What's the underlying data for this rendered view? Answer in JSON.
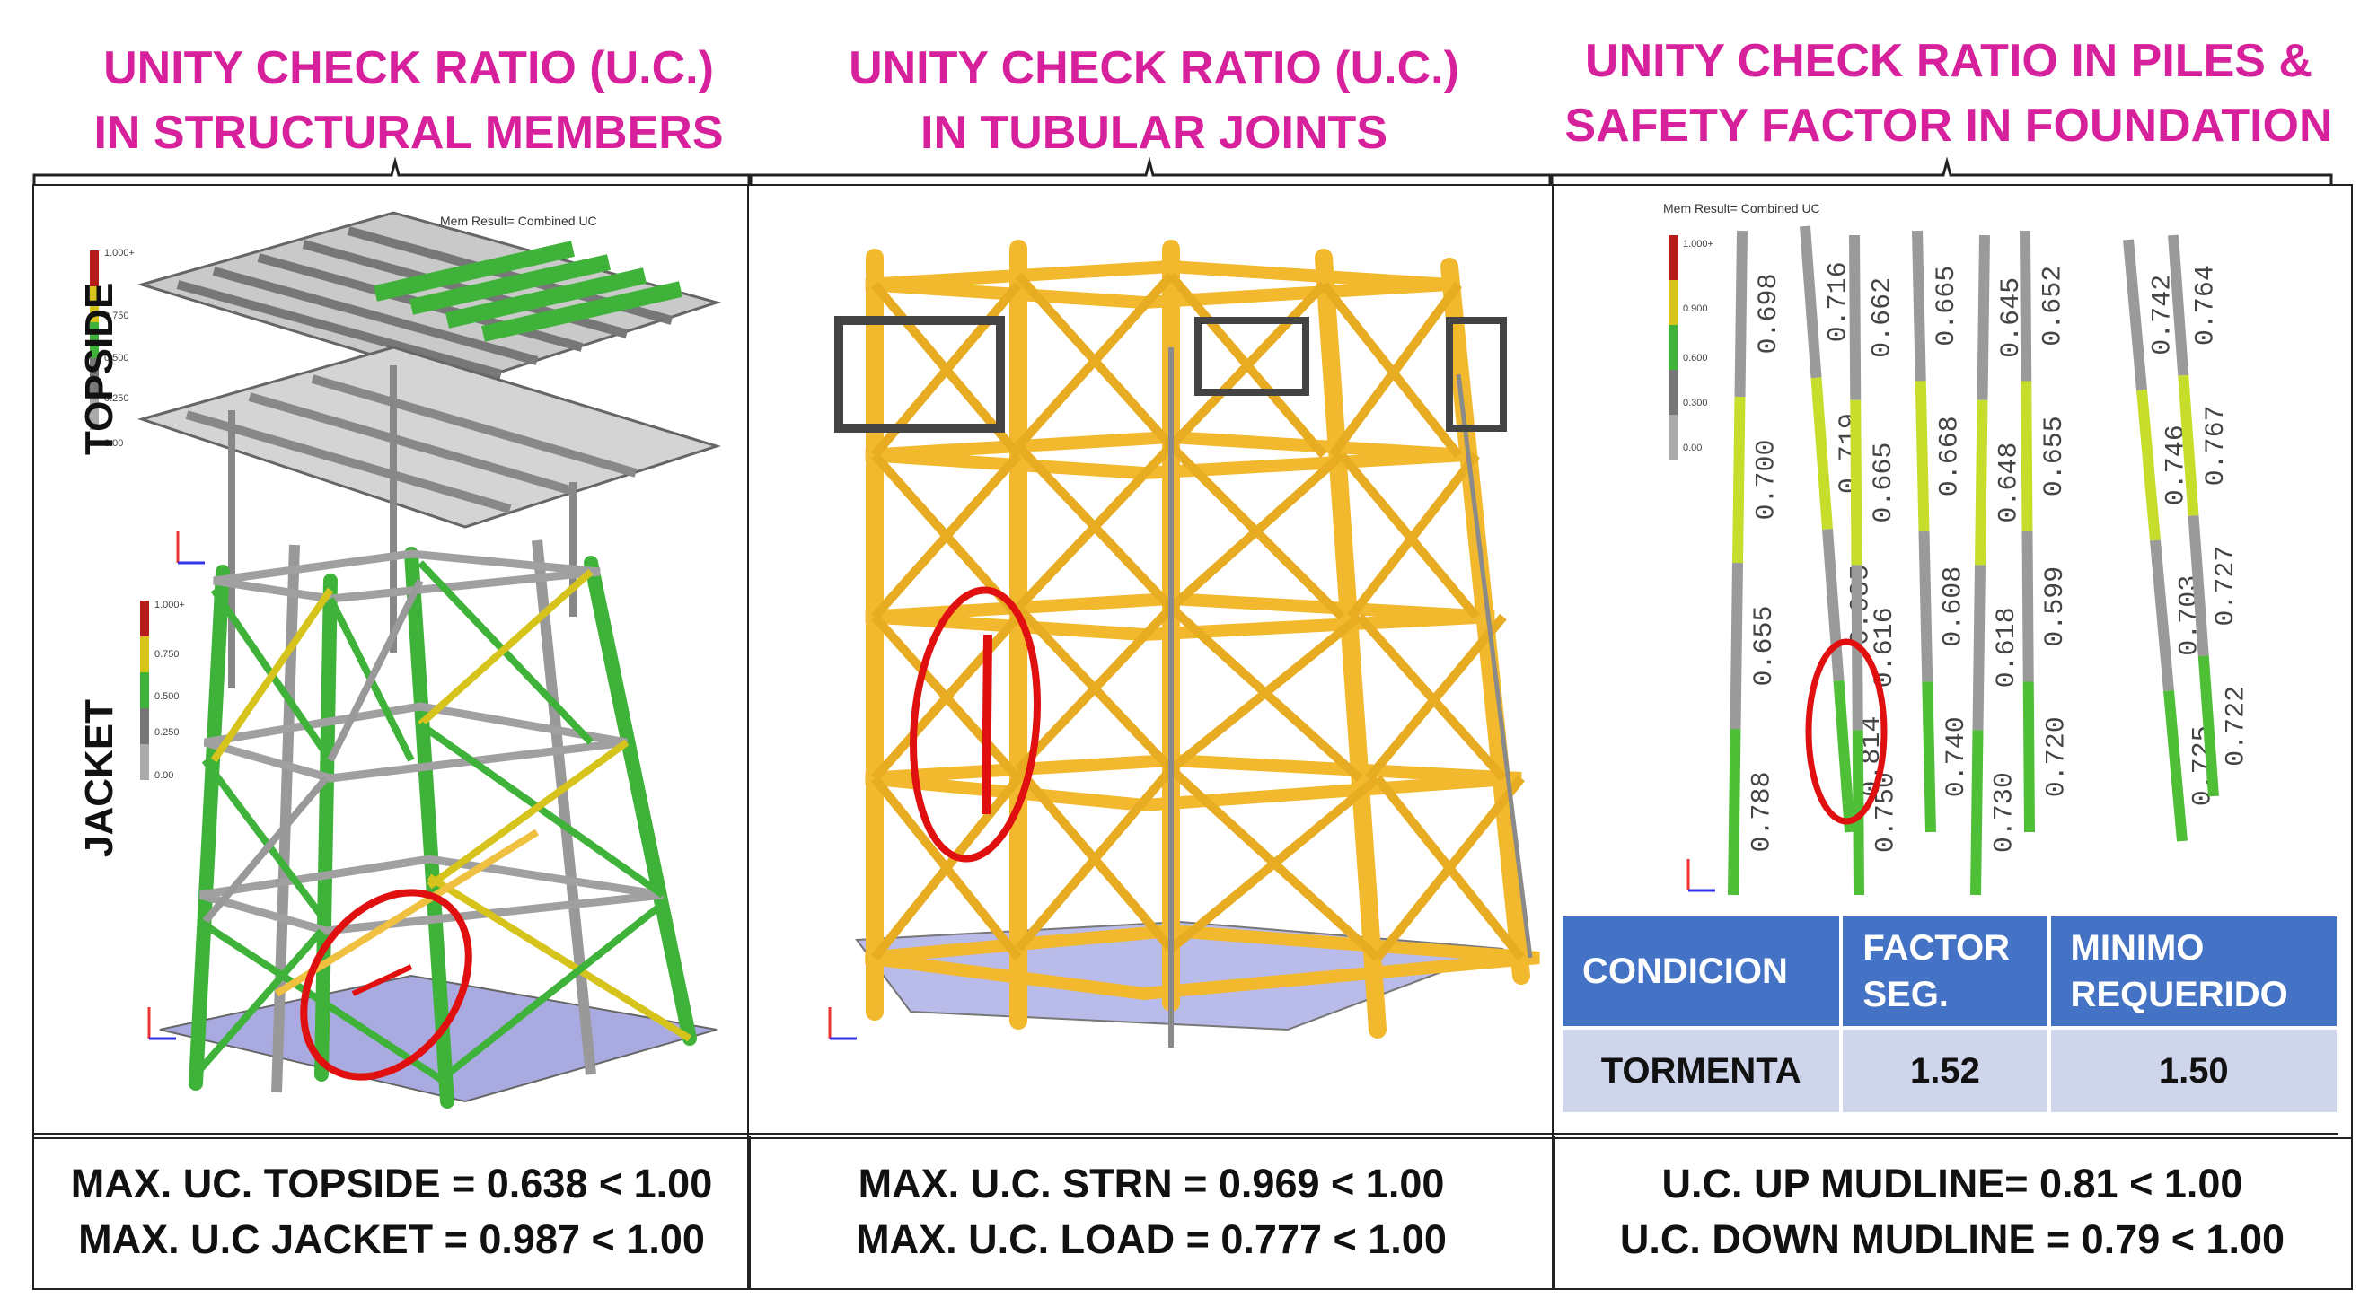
{
  "panels": [
    {
      "title_line1": "UNITY CHECK RATIO (U.C.)",
      "title_line2": "IN STRUCTURAL MEMBERS",
      "labels": {
        "topside": "TOPSIDE",
        "jacket": "JACKET"
      },
      "legend_title": "Mem Result= Combined UC",
      "caption_line1": "MAX. UC. TOPSIDE = 0.638 < 1.00",
      "caption_line2": "MAX. U.C JACKET = 0.987 < 1.00"
    },
    {
      "title_line1": "UNITY CHECK RATIO (U.C.)",
      "title_line2": "IN TUBULAR  JOINTS",
      "caption_line1": "MAX. U.C. STRN = 0.969 < 1.00",
      "caption_line2": "MAX. U.C. LOAD = 0.777 < 1.00"
    },
    {
      "title_line1": "UNITY CHECK RATIO IN PILES &",
      "title_line2": "SAFETY FACTOR IN FOUNDATION",
      "legend_title": "Mem Result= Combined UC",
      "legend_ticks": [
        "1.000+",
        "0.900",
        "0.600",
        "0.300",
        "0.00"
      ],
      "caption_line1": "U.C. UP MUDLINE= 0.81 < 1.00",
      "caption_line2": "U.C. DOWN MUDLINE = 0.79 < 1.00"
    }
  ],
  "jacket_legend_ticks": [
    "1.000+",
    "0.750",
    "0.500",
    "0.250",
    "0.00"
  ],
  "topside_legend_ticks": [
    "1.000+",
    "0.750",
    "0.500",
    "0.250",
    "0.00"
  ],
  "pile_values": [
    [
      "0.698",
      "0.700",
      "0.655",
      "0.788"
    ],
    [
      "0.716",
      "0.719",
      "0.685",
      "0.814"
    ],
    [
      "0.662",
      "0.665",
      "0.616",
      "0.750"
    ],
    [
      "0.665",
      "0.668",
      "0.608",
      "0.740"
    ],
    [
      "0.645",
      "0.648",
      "0.618",
      "0.730"
    ],
    [
      "0.652",
      "0.655",
      "0.599",
      "0.720"
    ],
    [
      "0.742",
      "0.746",
      "0.703",
      "0.725"
    ],
    [
      "0.764",
      "0.767",
      "0.727",
      "0.722"
    ]
  ],
  "foundation_table": {
    "headers": [
      "CONDICION",
      "FACTOR SEG.",
      "MINIMO REQUERIDO"
    ],
    "rows": [
      [
        "TORMENTA",
        "1.52",
        "1.50"
      ]
    ]
  },
  "colors": {
    "title": "#d6209c",
    "structure_yellow": "#f2b82e",
    "member_green": "#3fb23a",
    "member_grey": "#9a9a9a",
    "highlight_red": "#e01010",
    "table_header": "#4472c4",
    "table_row": "#cfd5ea"
  }
}
